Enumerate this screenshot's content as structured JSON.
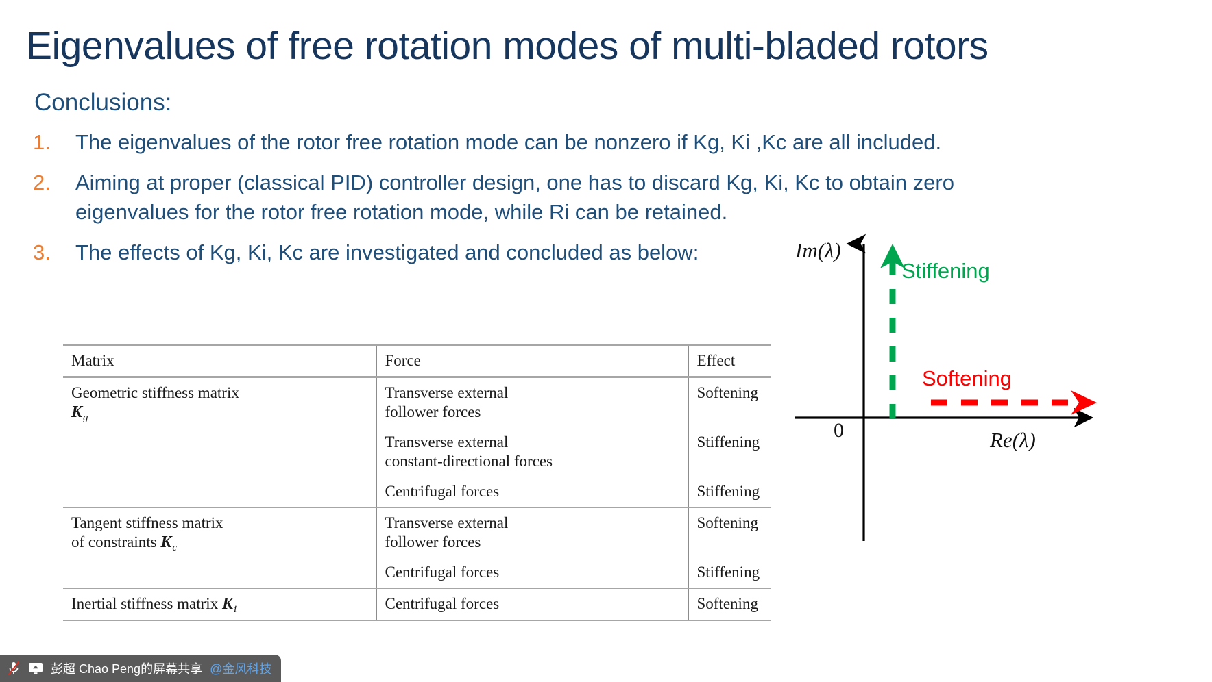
{
  "slide": {
    "title": "Eigenvalues of free rotation modes of multi-bladed rotors",
    "heading": "Conclusions:",
    "title_color": "#17365d",
    "body_color": "#1f4e79",
    "number_color": "#ed7d31"
  },
  "conclusions": [
    {
      "number": "1.",
      "text": "The eigenvalues of the rotor free rotation mode can be nonzero if Kg, Ki ,Kc are all included."
    },
    {
      "number": "2.",
      "text": "Aiming at proper (classical PID) controller design, one has to discard Kg, Ki, Kc to obtain zero eigenvalues for the rotor free rotation mode, while Ri can be retained."
    },
    {
      "number": "3.",
      "text": "The effects of Kg, Ki, Kc are investigated and concluded as below:"
    }
  ],
  "table": {
    "headers": [
      "Matrix",
      "Force",
      "Effect"
    ],
    "rows": [
      {
        "matrix_text": "Geometric stiffness matrix",
        "matrix_symbol": "K",
        "matrix_subscript": "g",
        "entries": [
          {
            "force_lines": [
              "Transverse external",
              "follower forces"
            ],
            "effect": "Softening"
          },
          {
            "force_lines": [
              "Transverse external",
              "constant-directional forces"
            ],
            "effect": "Stiffening"
          },
          {
            "force_lines": [
              "Centrifugal forces"
            ],
            "effect": "Stiffening"
          }
        ]
      },
      {
        "matrix_text": "Tangent stiffness matrix",
        "matrix_text2": "of constraints",
        "matrix_symbol": "K",
        "matrix_subscript": "c",
        "entries": [
          {
            "force_lines": [
              "Transverse external",
              "follower forces"
            ],
            "effect": "Softening"
          },
          {
            "force_lines": [
              "Centrifugal forces"
            ],
            "effect": "Stiffening"
          }
        ]
      },
      {
        "matrix_text": "Inertial stiffness matrix",
        "matrix_symbol": "K",
        "matrix_subscript": "i",
        "entries": [
          {
            "force_lines": [
              "Centrifugal forces"
            ],
            "effect": "Softening"
          }
        ]
      }
    ]
  },
  "diagram": {
    "im_axis_label": "Im(λ)",
    "re_axis_label": "Re(λ)",
    "origin_label": "0",
    "stiffening_label": "Stiffening",
    "softening_label": "Softening",
    "stiffening_color": "#00a550",
    "softening_color": "#fe0000",
    "axis_color": "#000000"
  },
  "banner": {
    "mic_icon": "microphone-muted-icon",
    "share_icon": "screen-share-icon",
    "text": "彭超 Chao Peng的屏幕共享",
    "host": "@金风科技",
    "background": "#5a5a5a",
    "host_color": "#5ea6ef"
  }
}
